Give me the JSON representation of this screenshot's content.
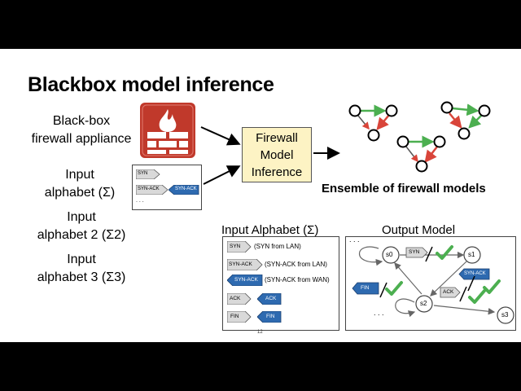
{
  "title": "Blackbox model inference",
  "labels": {
    "firewall": [
      "Black-box",
      "firewall appliance"
    ],
    "input1": [
      "Input",
      "alphabet (Σ)"
    ],
    "input2": [
      "Input",
      "alphabet 2 (Σ2)"
    ],
    "input3": [
      "Input",
      "alphabet 3 (Σ3)"
    ]
  },
  "inference_box": [
    "Firewall",
    "Model",
    "Inference"
  ],
  "ensemble_label": "Ensemble of firewall models",
  "mini_alphabet": {
    "items": [
      "SYN",
      "SYN-ACK",
      "SYN-ACK"
    ],
    "ellipsis": ". . ."
  },
  "input_panel": {
    "title": "Input Alphabet (Σ)",
    "rows": [
      {
        "packet": "SYN",
        "desc": "(SYN from LAN)"
      },
      {
        "packet": "SYN-ACK",
        "desc": "(SYN-ACK from LAN)"
      },
      {
        "packet": "SYN-ACK",
        "desc": "(SYN-ACK from WAN)"
      },
      {
        "packet": "ACK",
        "packet2": "ACK"
      },
      {
        "packet": "FIN",
        "packet2": "FIN"
      }
    ],
    "page_number": "12"
  },
  "output_panel": {
    "title": "Output Model",
    "states": [
      "s0",
      "s1",
      "s2",
      "s3"
    ],
    "packets": [
      "SYN",
      "SYN-ACK",
      "ACK",
      "FIN"
    ],
    "ellipsis": ". . ."
  },
  "colors": {
    "firewall_red": "#c0392b",
    "inference_fill": "#fdf3c4",
    "lan_packet": "#d9d9d9",
    "wan_packet": "#2e6ab0",
    "check_green": "#4caf50",
    "ensemble_green": "#4caf50",
    "ensemble_red": "#d9453a"
  },
  "icons": [
    "firewall-icon",
    "check-icon"
  ]
}
